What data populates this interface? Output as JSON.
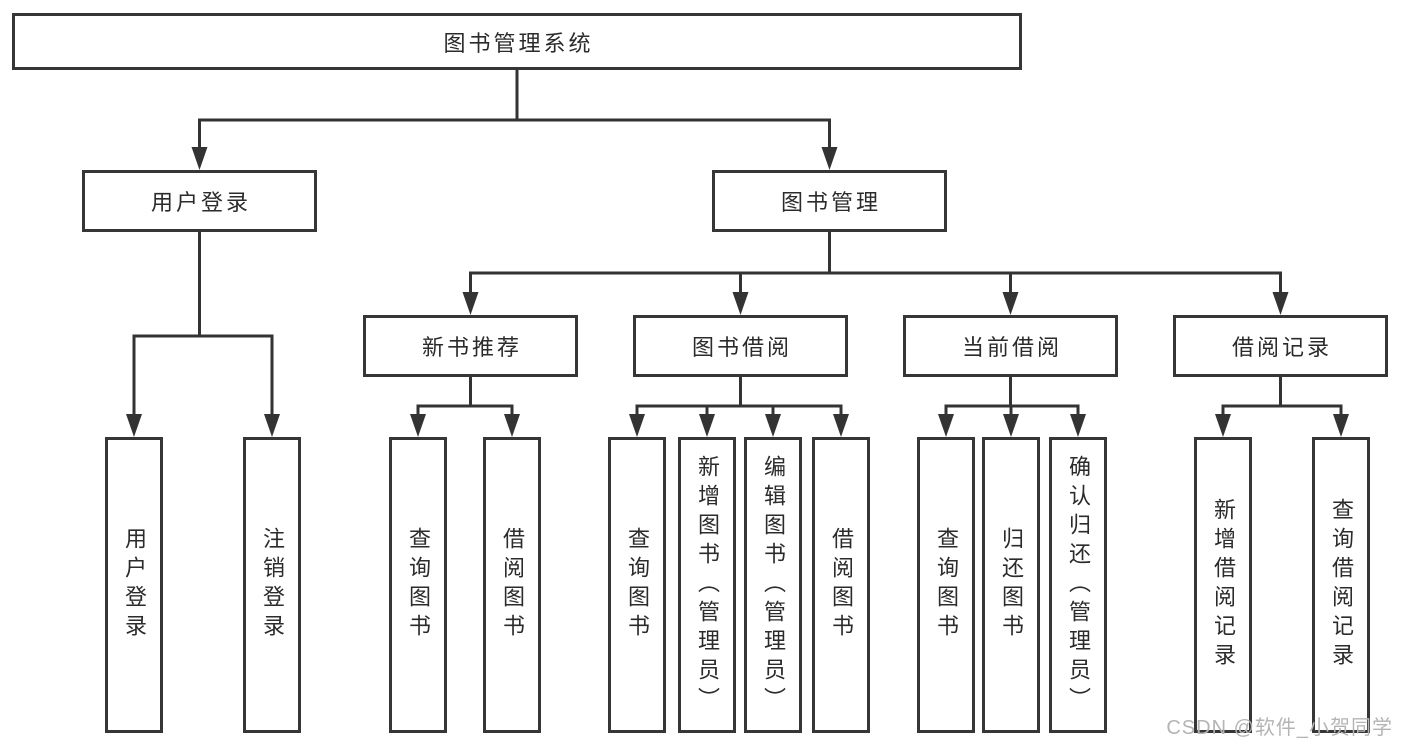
{
  "tree": {
    "root": "图书管理系统",
    "children": [
      {
        "label": "用户登录",
        "children": [
          {
            "label": "用户登录"
          },
          {
            "label": "注销登录"
          }
        ]
      },
      {
        "label": "图书管理",
        "children": [
          {
            "label": "新书推荐",
            "children": [
              {
                "label": "查询图书"
              },
              {
                "label": "借阅图书"
              }
            ]
          },
          {
            "label": "图书借阅",
            "children": [
              {
                "label": "查询图书"
              },
              {
                "label": "新增图书（管理员）"
              },
              {
                "label": "编辑图书（管理员）"
              },
              {
                "label": "借阅图书"
              }
            ]
          },
          {
            "label": "当前借阅",
            "children": [
              {
                "label": "查询图书"
              },
              {
                "label": "归还图书"
              },
              {
                "label": "确认归还（管理员）"
              }
            ]
          },
          {
            "label": "借阅记录",
            "children": [
              {
                "label": "新增借阅记录"
              },
              {
                "label": "查询借阅记录"
              }
            ]
          }
        ]
      }
    ]
  },
  "watermark": {
    "text": "CSDN @软件_小贺同学",
    "color": "#b4b4b4"
  },
  "colors": {
    "line": "#333333",
    "text": "#2b2b2b",
    "background": "#ffffff"
  }
}
